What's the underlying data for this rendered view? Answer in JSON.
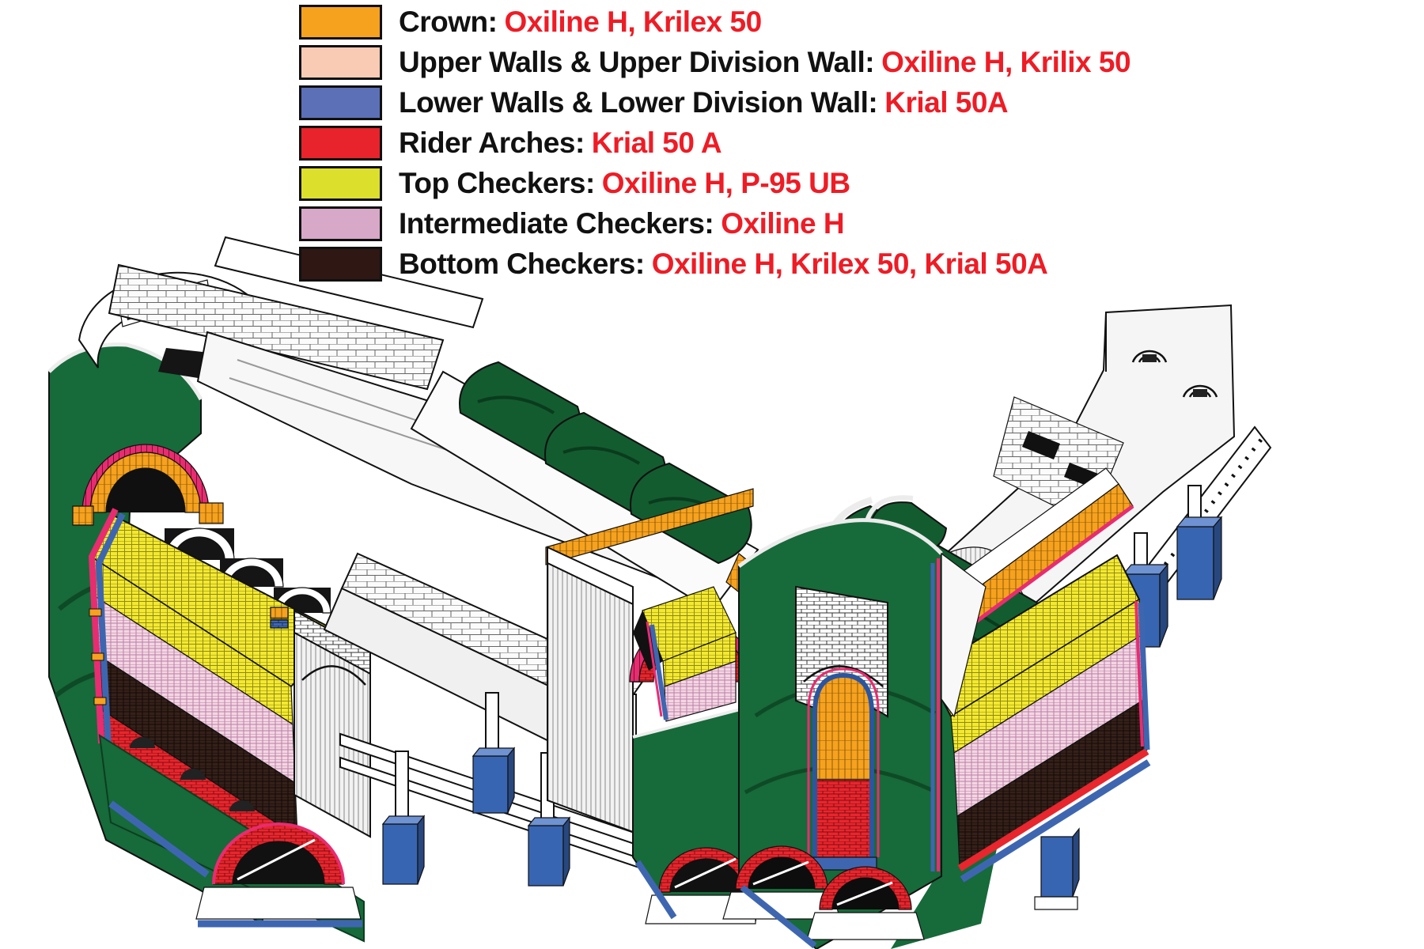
{
  "legend": {
    "text_color": "#111111",
    "material_color": "#EE1C25",
    "items": [
      {
        "id": "crown",
        "label": "Crown:",
        "materials": "Oxiline H, Krilex 50",
        "swatch_color": "#F6A21E"
      },
      {
        "id": "upper-walls",
        "label": "Upper Walls & Upper Division Wall:",
        "materials": "Oxiline H, Krilix 50",
        "swatch_color": "#F9CBB4"
      },
      {
        "id": "lower-walls",
        "label": "Lower Walls & Lower Division Wall:",
        "materials": "Krial 50A",
        "swatch_color": "#5C70B8"
      },
      {
        "id": "rider-arches",
        "label": "Rider Arches:",
        "materials": "Krial 50 A",
        "swatch_color": "#E8232B"
      },
      {
        "id": "top-checkers",
        "label": "Top Checkers:",
        "materials": "Oxiline H, P-95 UB",
        "swatch_color": "#DCDF2C"
      },
      {
        "id": "intermediate-checkers",
        "label": "Intermediate Checkers:",
        "materials": "Oxiline H",
        "swatch_color": "#D8A8C8"
      },
      {
        "id": "bottom-checkers",
        "label": "Bottom Checkers:",
        "materials": "Oxiline H, Krilex 50, Krial 50A",
        "swatch_color": "#2F1713"
      }
    ]
  },
  "palette": {
    "furnace_wall_green": "#176A3A",
    "port_roof_green": "#135C2F",
    "top_checker_yellow": "#F3E92F",
    "intermediate_checker_pink": "#F3D6E3",
    "bottom_checker_dark": "#35201A",
    "rider_arch_red": "#E8262D",
    "lower_wall_blue": "#3E66B0",
    "crown_orange": "#F6A21E",
    "arch_trim_magenta": "#E82C70",
    "brickwork_white": "#FFFFFF"
  }
}
